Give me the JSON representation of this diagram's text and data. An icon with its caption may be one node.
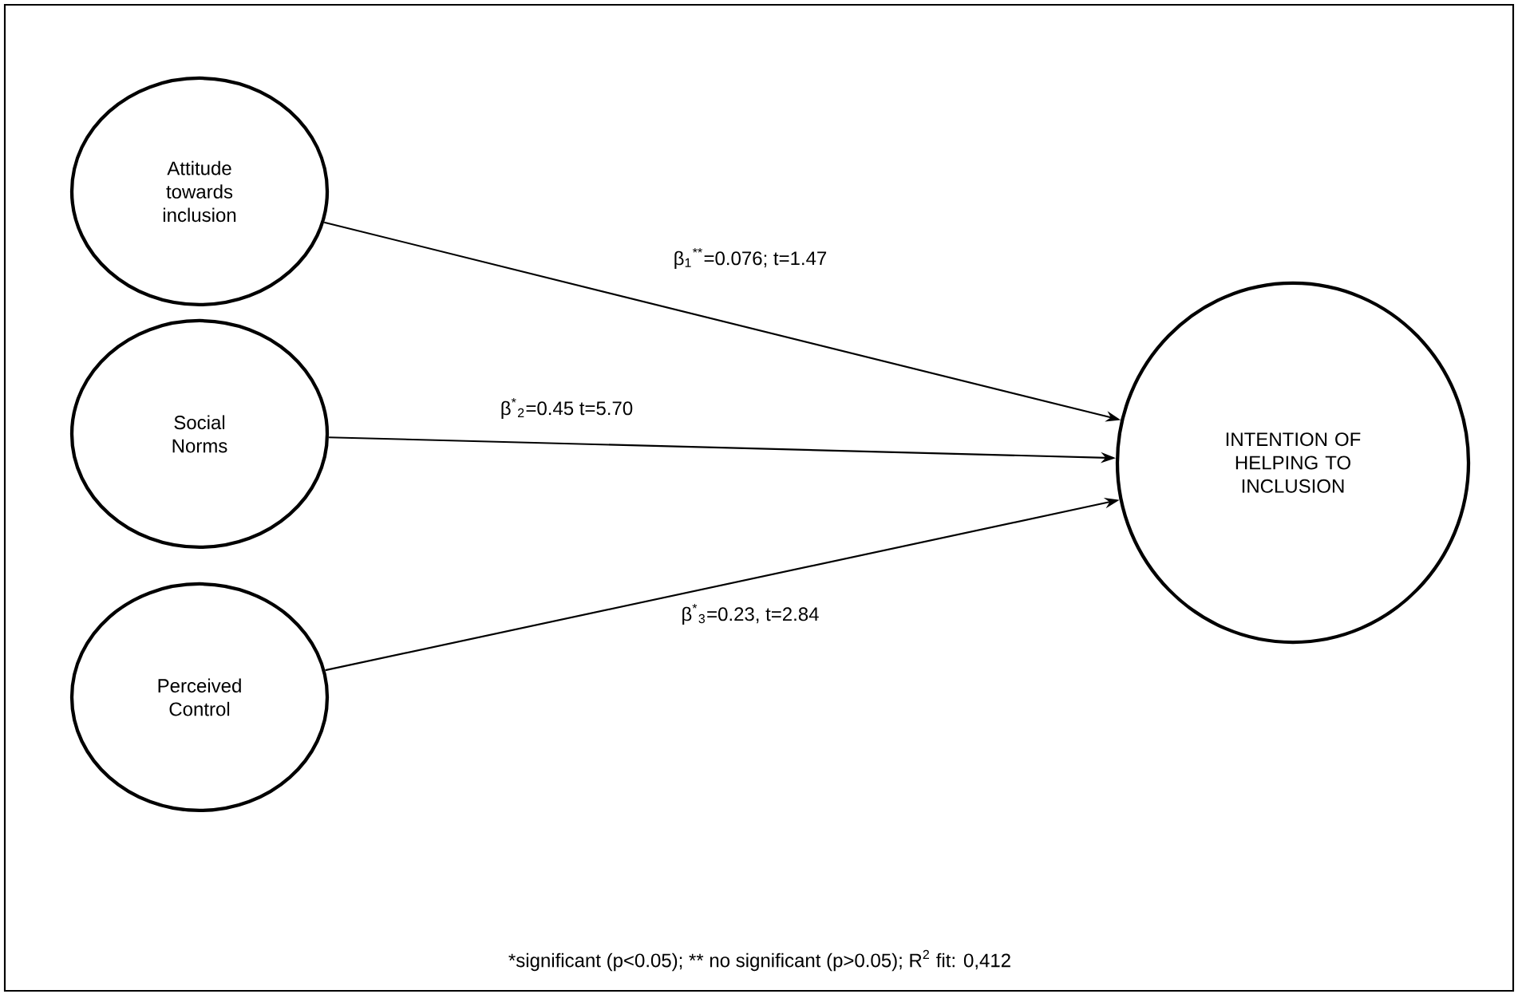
{
  "diagram": {
    "caption": "*significant (p<0.05); ** no significant (p>0.05); R$^{2}$ fit: 0,412",
    "nodes": [
      {
        "text": [
          "Attitude towards inclusion"
        ]
      },
      {
        "text": [
          "Social Norms"
        ]
      },
      {
        "text": [
          "Perceived Control"
        ]
      },
      {
        "text": [
          "INTENTION OF HELPING TO INCLUSION"
        ]
      }
    ],
    "edges": [
      {
        "from": 0,
        "to": 3,
        "arrow": "to",
        "label": "β$_{1}$$^{**}$=0.076; t=1.47"
      },
      {
        "from": 1,
        "to": 3,
        "arrow": "to",
        "label": "β$^{*}$$_{2}$=0.45 t=5.70"
      },
      {
        "from": 2,
        "to": 3,
        "arrow": "to",
        "label": "β$^{*}$$_{3}$=0.23, t=2.84"
      }
    ]
  }
}
